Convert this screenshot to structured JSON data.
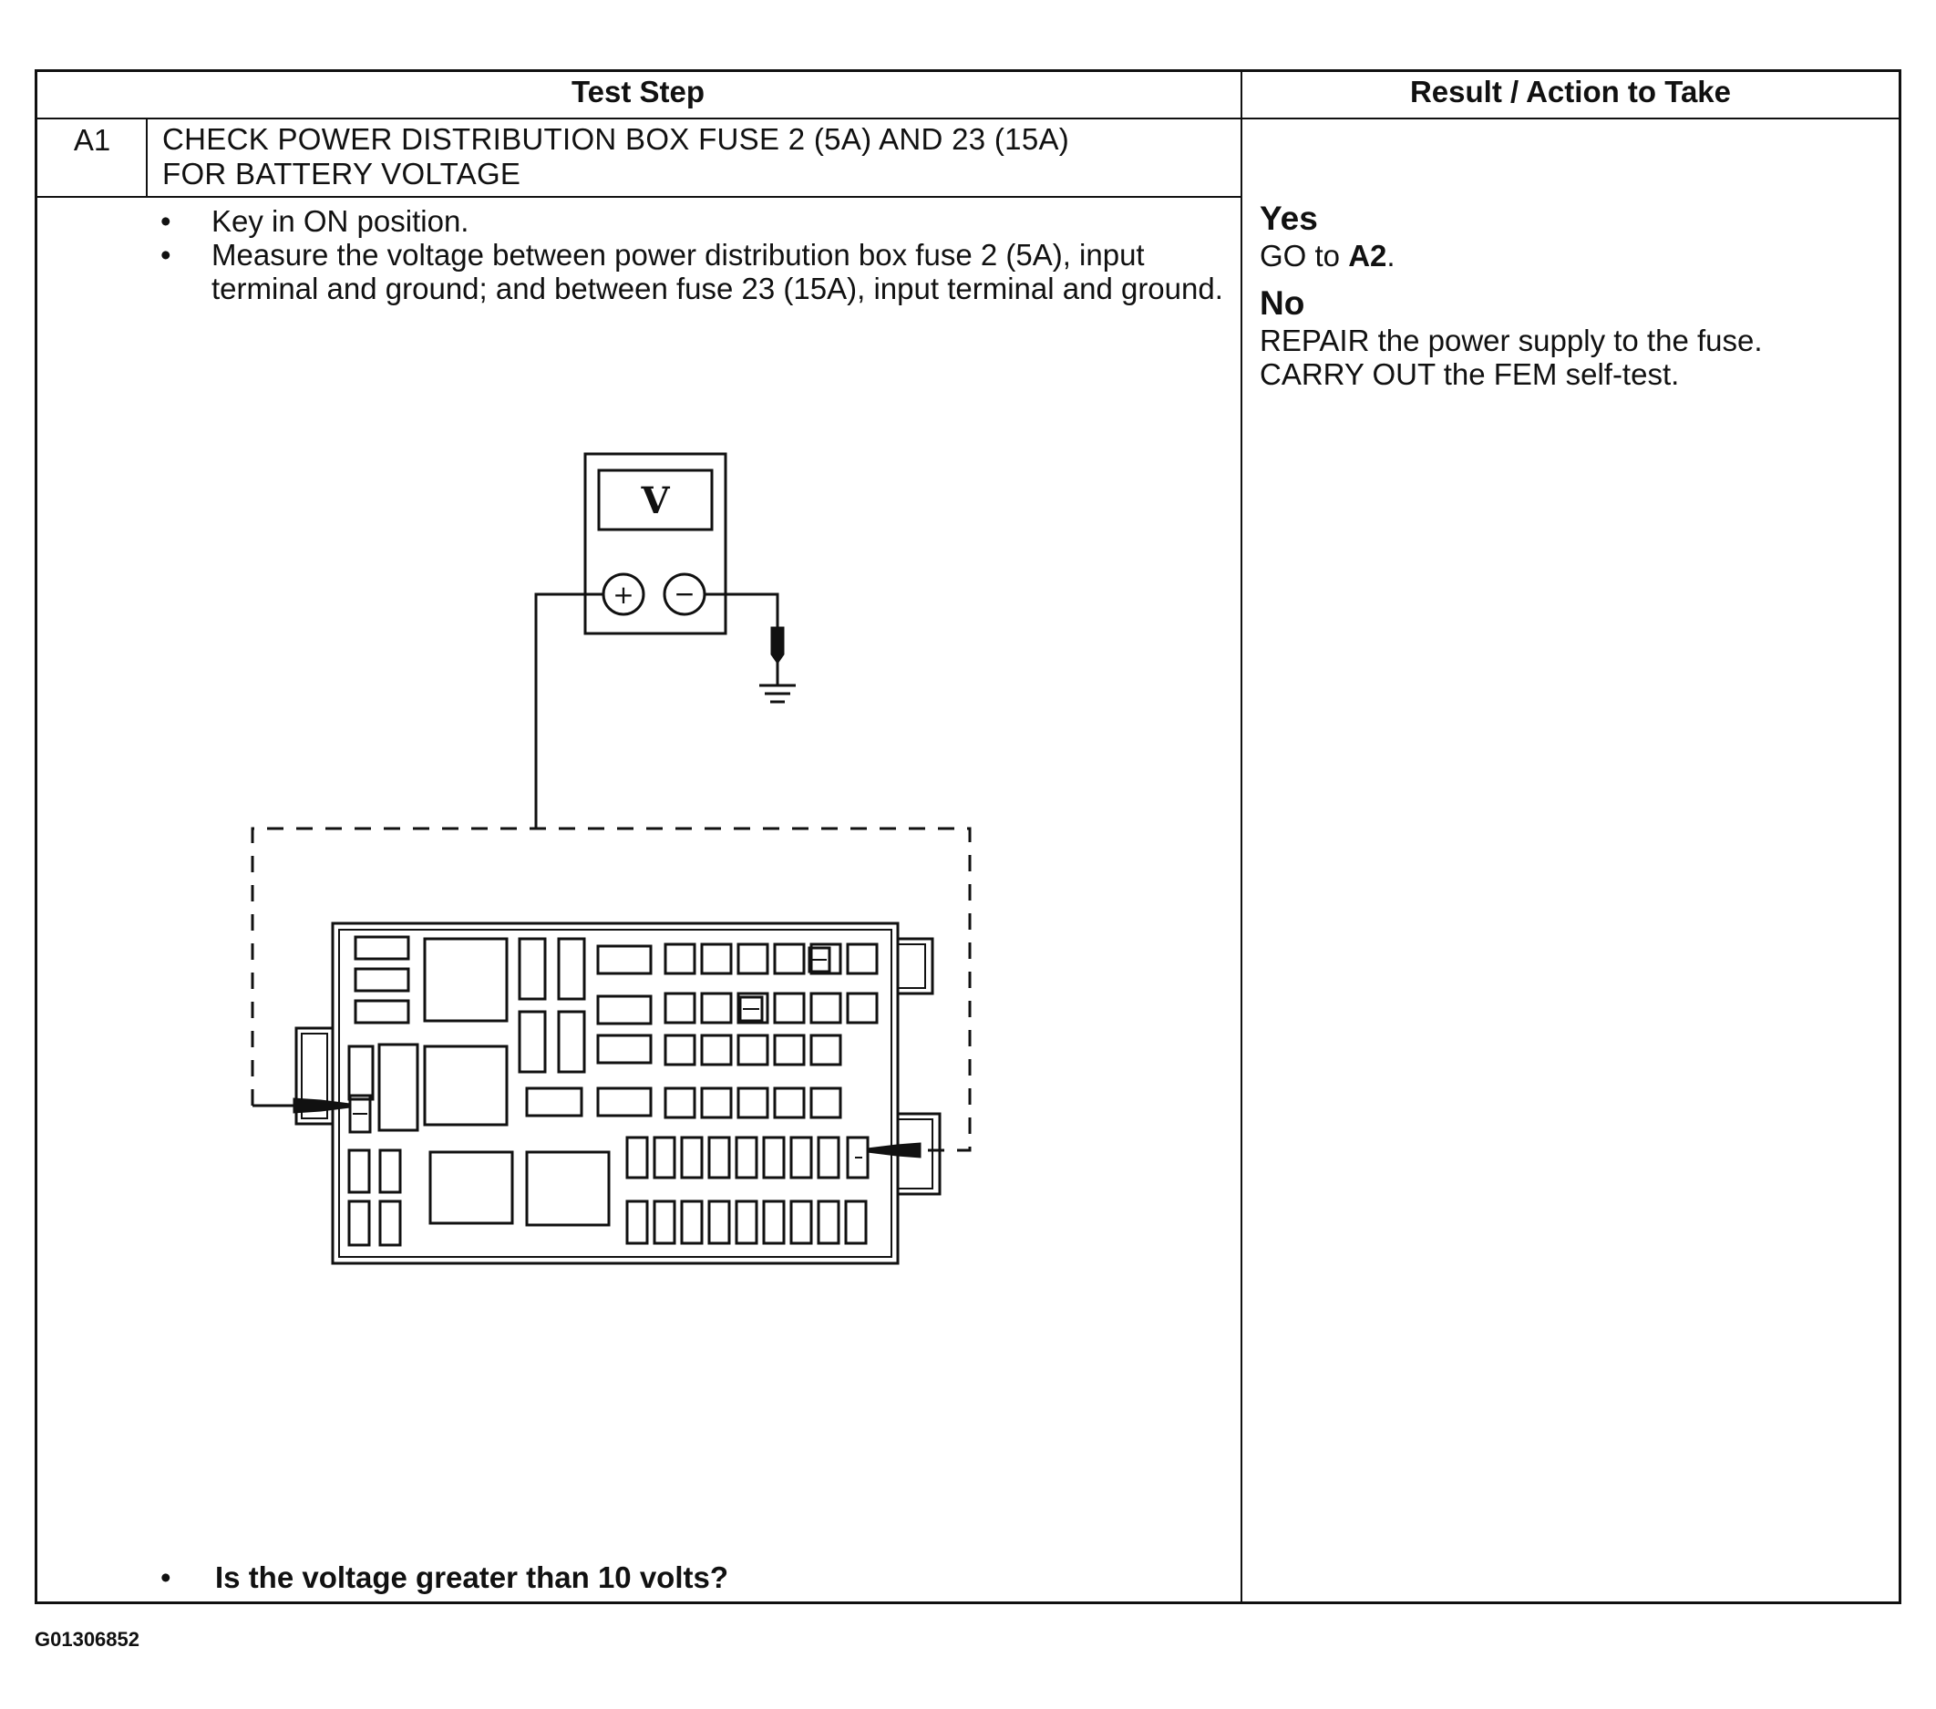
{
  "table": {
    "header_test_step": "Test Step",
    "header_result": "Result / Action to Take",
    "step_id": "A1",
    "step_title_line1": "CHECK POWER DISTRIBUTION BOX FUSE 2 (5A) AND 23 (15A)",
    "step_title_line2": "FOR BATTERY VOLTAGE",
    "instructions": [
      "Key in ON position.",
      "Measure the voltage between power distribution box fuse 2 (5A), input terminal and ground; and between fuse 23 (15A), input terminal and ground."
    ],
    "question": "Is the voltage greater than 10 volts?",
    "result_yes_label": "Yes",
    "result_yes_action_prefix": "GO to ",
    "result_yes_action_target": "A2",
    "result_yes_action_suffix": ".",
    "result_no_label": "No",
    "result_no_action_line1": "REPAIR the power supply to the fuse.",
    "result_no_action_line2": "CARRY OUT the FEM self-test."
  },
  "diagram": {
    "meter_label": "V",
    "plus_symbol": "+",
    "minus_symbol": "−"
  },
  "figure_id": "G01306852"
}
